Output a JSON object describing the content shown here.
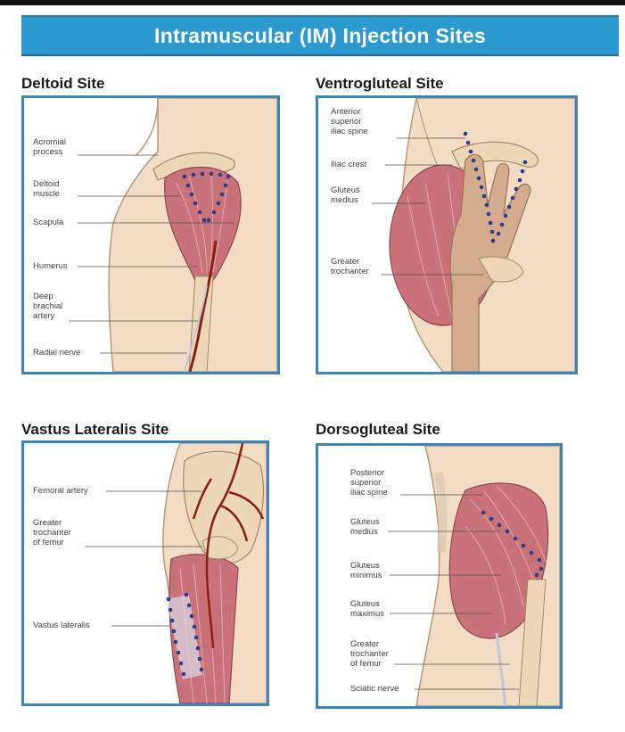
{
  "banner": {
    "title": "Intramuscular (IM) Injection Sites"
  },
  "panels": {
    "deltoid": {
      "title": "Deltoid Site",
      "labels": [
        "Acromial\nprocess",
        "Deltoid\nmuscle",
        "Scapula",
        "Humerus",
        "Deep\nbrachial\nartery",
        "Radial nerve"
      ]
    },
    "ventrogluteal": {
      "title": "Ventrogluteal Site",
      "labels": [
        "Anterior\nsuperior\niliac spine",
        "Iliac crest",
        "Gluteus\nmedius",
        "Greater\ntrochanter"
      ]
    },
    "vastus": {
      "title": "Vastus Lateralis Site",
      "labels": [
        "Femoral artery",
        "Greater\ntrochanter\nof femur",
        "Vastus lateralis"
      ]
    },
    "dorsogluteal": {
      "title": "Dorsogluteal Site",
      "labels": [
        "Posterior\nsuperior\niliac spine",
        "Gluteus\nmedius",
        "Gluteus\nminimus",
        "Gluteus\nmaximus",
        "Greater\ntrochanter\nof femur",
        "Sciatic nerve"
      ]
    }
  },
  "colors": {
    "banner": "#2a9ad0",
    "panel_border": "#3c84bd",
    "skin": "#f3dcc4",
    "muscle": "#c9727a",
    "bone": "#ecd7b6",
    "artery": "#8a1e12",
    "dot": "#2a3d8f"
  }
}
